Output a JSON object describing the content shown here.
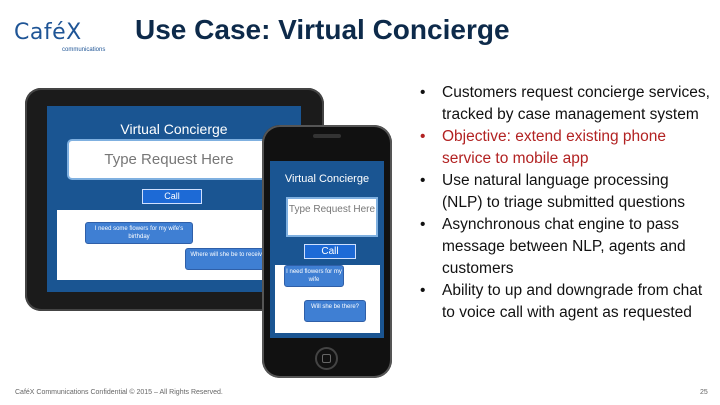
{
  "logo": {
    "main": "Café",
    "x": "X",
    "sub": "communications"
  },
  "title": "Use Case: Virtual Concierge",
  "tablet": {
    "title": "Virtual Concierge",
    "input_placeholder": "Type Request Here",
    "call_label": "Call",
    "msg1": "I need some flowers for my wife's birthday",
    "msg2": "Where will she be to receive them?"
  },
  "phone": {
    "title": "Virtual Concierge",
    "input_placeholder": "Type Request Here",
    "call_label": "Call",
    "msg1": "I need flowers for my wife",
    "msg2": "Will she be there?"
  },
  "bullets": [
    {
      "text": "Customers request concierge services, tracked by case management system",
      "highlight": false
    },
    {
      "text": "Objective: extend existing phone service to mobile app",
      "highlight": true
    },
    {
      "text": "Use natural language processing (NLP) to triage submitted questions",
      "highlight": false
    },
    {
      "text": "Asynchronous chat engine to pass message between NLP, agents and customers",
      "highlight": false
    },
    {
      "text": "Ability to up and downgrade from chat to voice call with agent as requested",
      "highlight": false
    }
  ],
  "bullet_symbol": "•",
  "footer": "CaféX Communications Confidential © 2015 – All Rights Reserved.",
  "page_number": "25",
  "colors": {
    "brand": "#1f5596",
    "title": "#0d2a4a",
    "screen": "#1a5592",
    "highlight": "#b22222"
  }
}
